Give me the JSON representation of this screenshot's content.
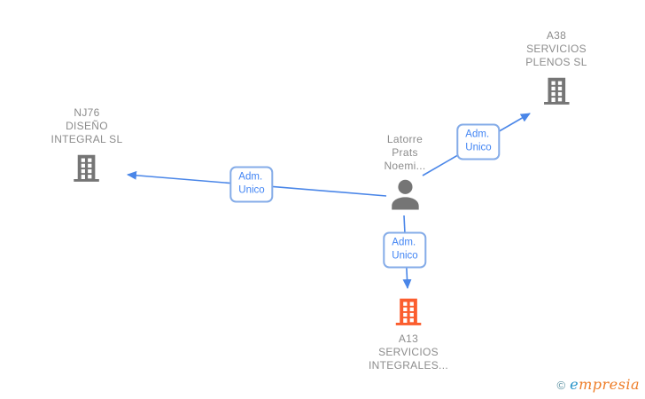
{
  "diagram": {
    "nodes": [
      {
        "id": "a38",
        "type": "company",
        "lines": [
          "A38",
          "SERVICIOS",
          "PLENOS SL"
        ],
        "icon": "building-icon",
        "highlighted": false
      },
      {
        "id": "nj76",
        "type": "company",
        "lines": [
          "NJ76",
          "DISEÑO",
          "INTEGRAL SL"
        ],
        "icon": "building-icon",
        "highlighted": false
      },
      {
        "id": "person",
        "type": "person",
        "lines": [
          "Latorre",
          "Prats",
          "Noemi..."
        ],
        "icon": "person-icon",
        "highlighted": false
      },
      {
        "id": "a13",
        "type": "company",
        "lines": [
          "A13",
          "SERVICIOS",
          "INTEGRALES..."
        ],
        "icon": "building-icon",
        "highlighted": true
      }
    ],
    "edges": [
      {
        "from": "person",
        "to": "a38",
        "label_lines": [
          "Adm.",
          "Unico"
        ]
      },
      {
        "from": "person",
        "to": "nj76",
        "label_lines": [
          "Adm.",
          "Unico"
        ]
      },
      {
        "from": "person",
        "to": "a13",
        "label_lines": [
          "Adm.",
          "Unico"
        ]
      }
    ]
  },
  "footer": {
    "copyright": "©",
    "brand_first_letter": "e",
    "brand_rest": "mpresia"
  },
  "theme": {
    "background": "#ffffff",
    "edge_blue": "#4a86e8",
    "label_blue": "#4285f4",
    "label_border": "#85ace8",
    "text_gray": "#8c8c8c",
    "icon_gray": "#757575",
    "highlight_orange": "#fb5d2e",
    "logo_blue": "#2492c8",
    "logo_orange": "#ee7c26",
    "logo_copyright": "#5f93a3"
  }
}
